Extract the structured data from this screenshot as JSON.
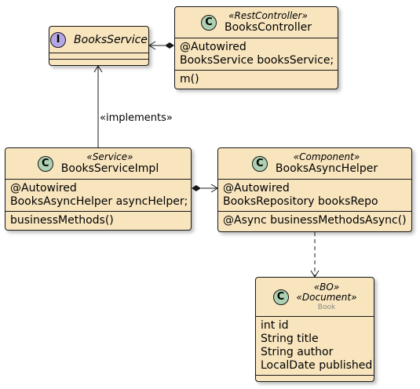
{
  "books_service": {
    "badge": "I",
    "name": "BooksService"
  },
  "books_controller": {
    "badge": "C",
    "stereotype": "«RestController»",
    "name": "BooksController",
    "fields": [
      "@Autowired",
      "BooksService booksService;"
    ],
    "methods": [
      "m()"
    ]
  },
  "books_service_impl": {
    "badge": "C",
    "stereotype": "«Service»",
    "name": "BooksServiceImpl",
    "fields": [
      "@Autowired",
      "BooksAsyncHelper asyncHelper;"
    ],
    "methods": [
      "businessMethods()"
    ]
  },
  "books_async_helper": {
    "badge": "C",
    "stereotype": "«Component»",
    "name": "BooksAsyncHelper",
    "fields": [
      "@Autowired",
      "BooksRepository booksRepo"
    ],
    "methods": [
      "@Async businessMethodsAsync()"
    ]
  },
  "book_document": {
    "badge": "C",
    "stereotype_1": "«BO»",
    "stereotype_2": "«Document»",
    "name": "Book",
    "fields": [
      "int id",
      "String title",
      "String author",
      "LocalDate published"
    ]
  },
  "relations": {
    "implements_label": "«implements»"
  },
  "colors": {
    "class_fill": "#F8E5BE",
    "class_badge": "#ADD1B2",
    "interface_badge": "#B4A7E5",
    "border": "#181818"
  }
}
